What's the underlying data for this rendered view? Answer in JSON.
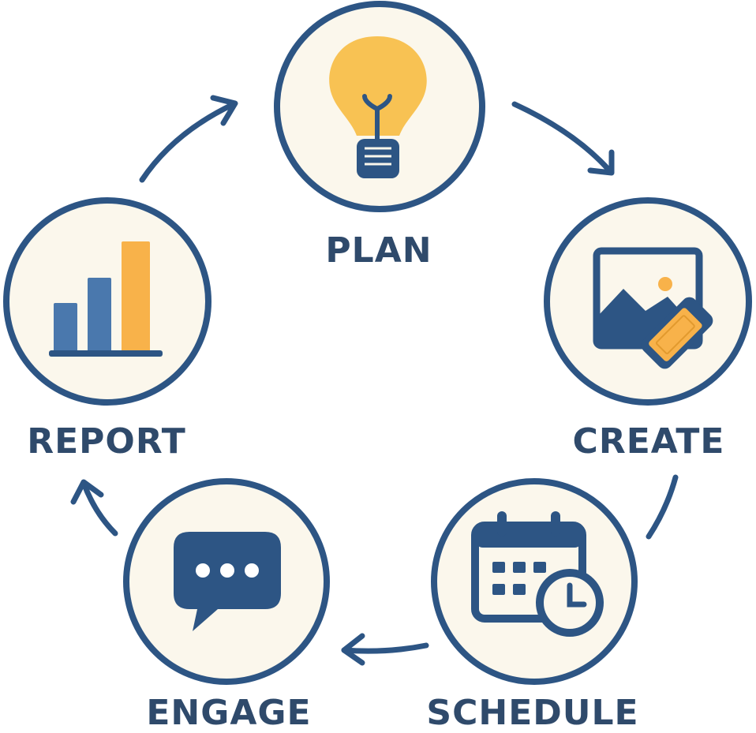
{
  "colors": {
    "outline": "#2d5584",
    "circle_fill": "#fbf7ec",
    "accent_yellow": "#f8c253",
    "accent_orange": "#f8b24a",
    "label_text": "#2f4a6b"
  },
  "steps": [
    {
      "id": "plan",
      "label": "PLAN",
      "icon": "lightbulb-icon"
    },
    {
      "id": "create",
      "label": "CREATE",
      "icon": "image-pencil-icon"
    },
    {
      "id": "schedule",
      "label": "SCHEDULE",
      "icon": "calendar-clock-icon"
    },
    {
      "id": "engage",
      "label": "ENGAGE",
      "icon": "chat-bubble-icon"
    },
    {
      "id": "report",
      "label": "REPORT",
      "icon": "bar-chart-icon"
    }
  ]
}
